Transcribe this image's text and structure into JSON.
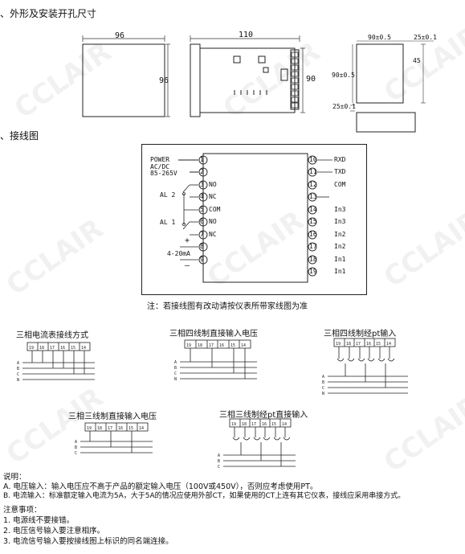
{
  "sections": {
    "dimensions_title": "、外形及安装开孔尺寸",
    "wiring_title": "、接线图"
  },
  "dimensions": {
    "front_width": "96",
    "front_height": "96",
    "side_depth": "110",
    "side_height": "90",
    "cutout_width": "90±0.5",
    "cutout_height": "90±0.5",
    "gap_right": "25±0.1",
    "gap_bottom": "25±0.1",
    "min_spacing": "45"
  },
  "terminals_left": [
    {
      "num": "1",
      "label": "POWER"
    },
    {
      "num": "2",
      "label": "AC/DC"
    },
    {
      "num": "3",
      "label": "NO"
    },
    {
      "num": "4",
      "label": "NC"
    },
    {
      "num": "5",
      "label": "COM"
    },
    {
      "num": "6",
      "label": "NO"
    },
    {
      "num": "7",
      "label": "NC"
    },
    {
      "num": "8",
      "label": ""
    },
    {
      "num": "9",
      "label": ""
    }
  ],
  "power_range": "85-265V",
  "relay_labels": {
    "al2": "AL 2",
    "al1": "AL 1"
  },
  "analog_output": {
    "label": "4-20mA",
    "plus": "+",
    "minus": "—"
  },
  "terminals_right": [
    {
      "num": "10",
      "label": "RXD"
    },
    {
      "num": "11",
      "label": "TXD"
    },
    {
      "num": "12",
      "label": "COM"
    },
    {
      "num": "13",
      "label": ""
    },
    {
      "num": "14",
      "label": "In3"
    },
    {
      "num": "15",
      "label": "In3"
    },
    {
      "num": "16",
      "label": "In2"
    },
    {
      "num": "17",
      "label": "In2"
    },
    {
      "num": "18",
      "label": "In1"
    },
    {
      "num": "19",
      "label": "In1"
    }
  ],
  "wiring_note": "注：若接线图有改动请按仪表所带家线图为准",
  "connection_diagrams": [
    {
      "title": "三相电流表接线方式",
      "terminals": [
        "19",
        "18",
        "17",
        "16",
        "15",
        "14"
      ],
      "phases": [
        "A",
        "B",
        "C",
        "N"
      ]
    },
    {
      "title": "三相四线制直接输入电压",
      "terminals": [
        "19",
        "18",
        "17",
        "16",
        "15",
        "14"
      ],
      "phases": [
        "A",
        "B",
        "C",
        "N"
      ]
    },
    {
      "title": "三相四线制经pt输入",
      "terminals": [
        "19",
        "18",
        "17",
        "16",
        "15",
        "14"
      ],
      "phases": [
        "A",
        "B",
        "C",
        "N"
      ]
    },
    {
      "title": "三相三线制直接输入电压",
      "terminals": [
        "19",
        "18",
        "17",
        "16",
        "15",
        "14"
      ],
      "phases": [
        "A",
        "B",
        "C"
      ]
    },
    {
      "title": "三相三线制经pt直接输入",
      "terminals": [
        "19",
        "18",
        "17",
        "16",
        "15",
        "14"
      ],
      "phases": [
        "A",
        "B",
        "C"
      ]
    }
  ],
  "explanation": {
    "title": "说明：",
    "items": [
      "A. 电压输入：输入电压应不高于产品的额定输入电压（100V或450V），否则应考虑使用PT。",
      "B. 电流输入：标准额定输入电流为5A，大于5A的情况应使用外部CT，如果使用的CT上连有其它仪表，接线应采用串接方式。"
    ]
  },
  "cautions": {
    "title": "注意事项：",
    "items": [
      "1. 电源线不要接错。",
      "2. 电压信号输入要注意相序。",
      "3. 电流信号输入要按接线图上标识的同名端连接。"
    ]
  },
  "watermark": "CCLAIR"
}
